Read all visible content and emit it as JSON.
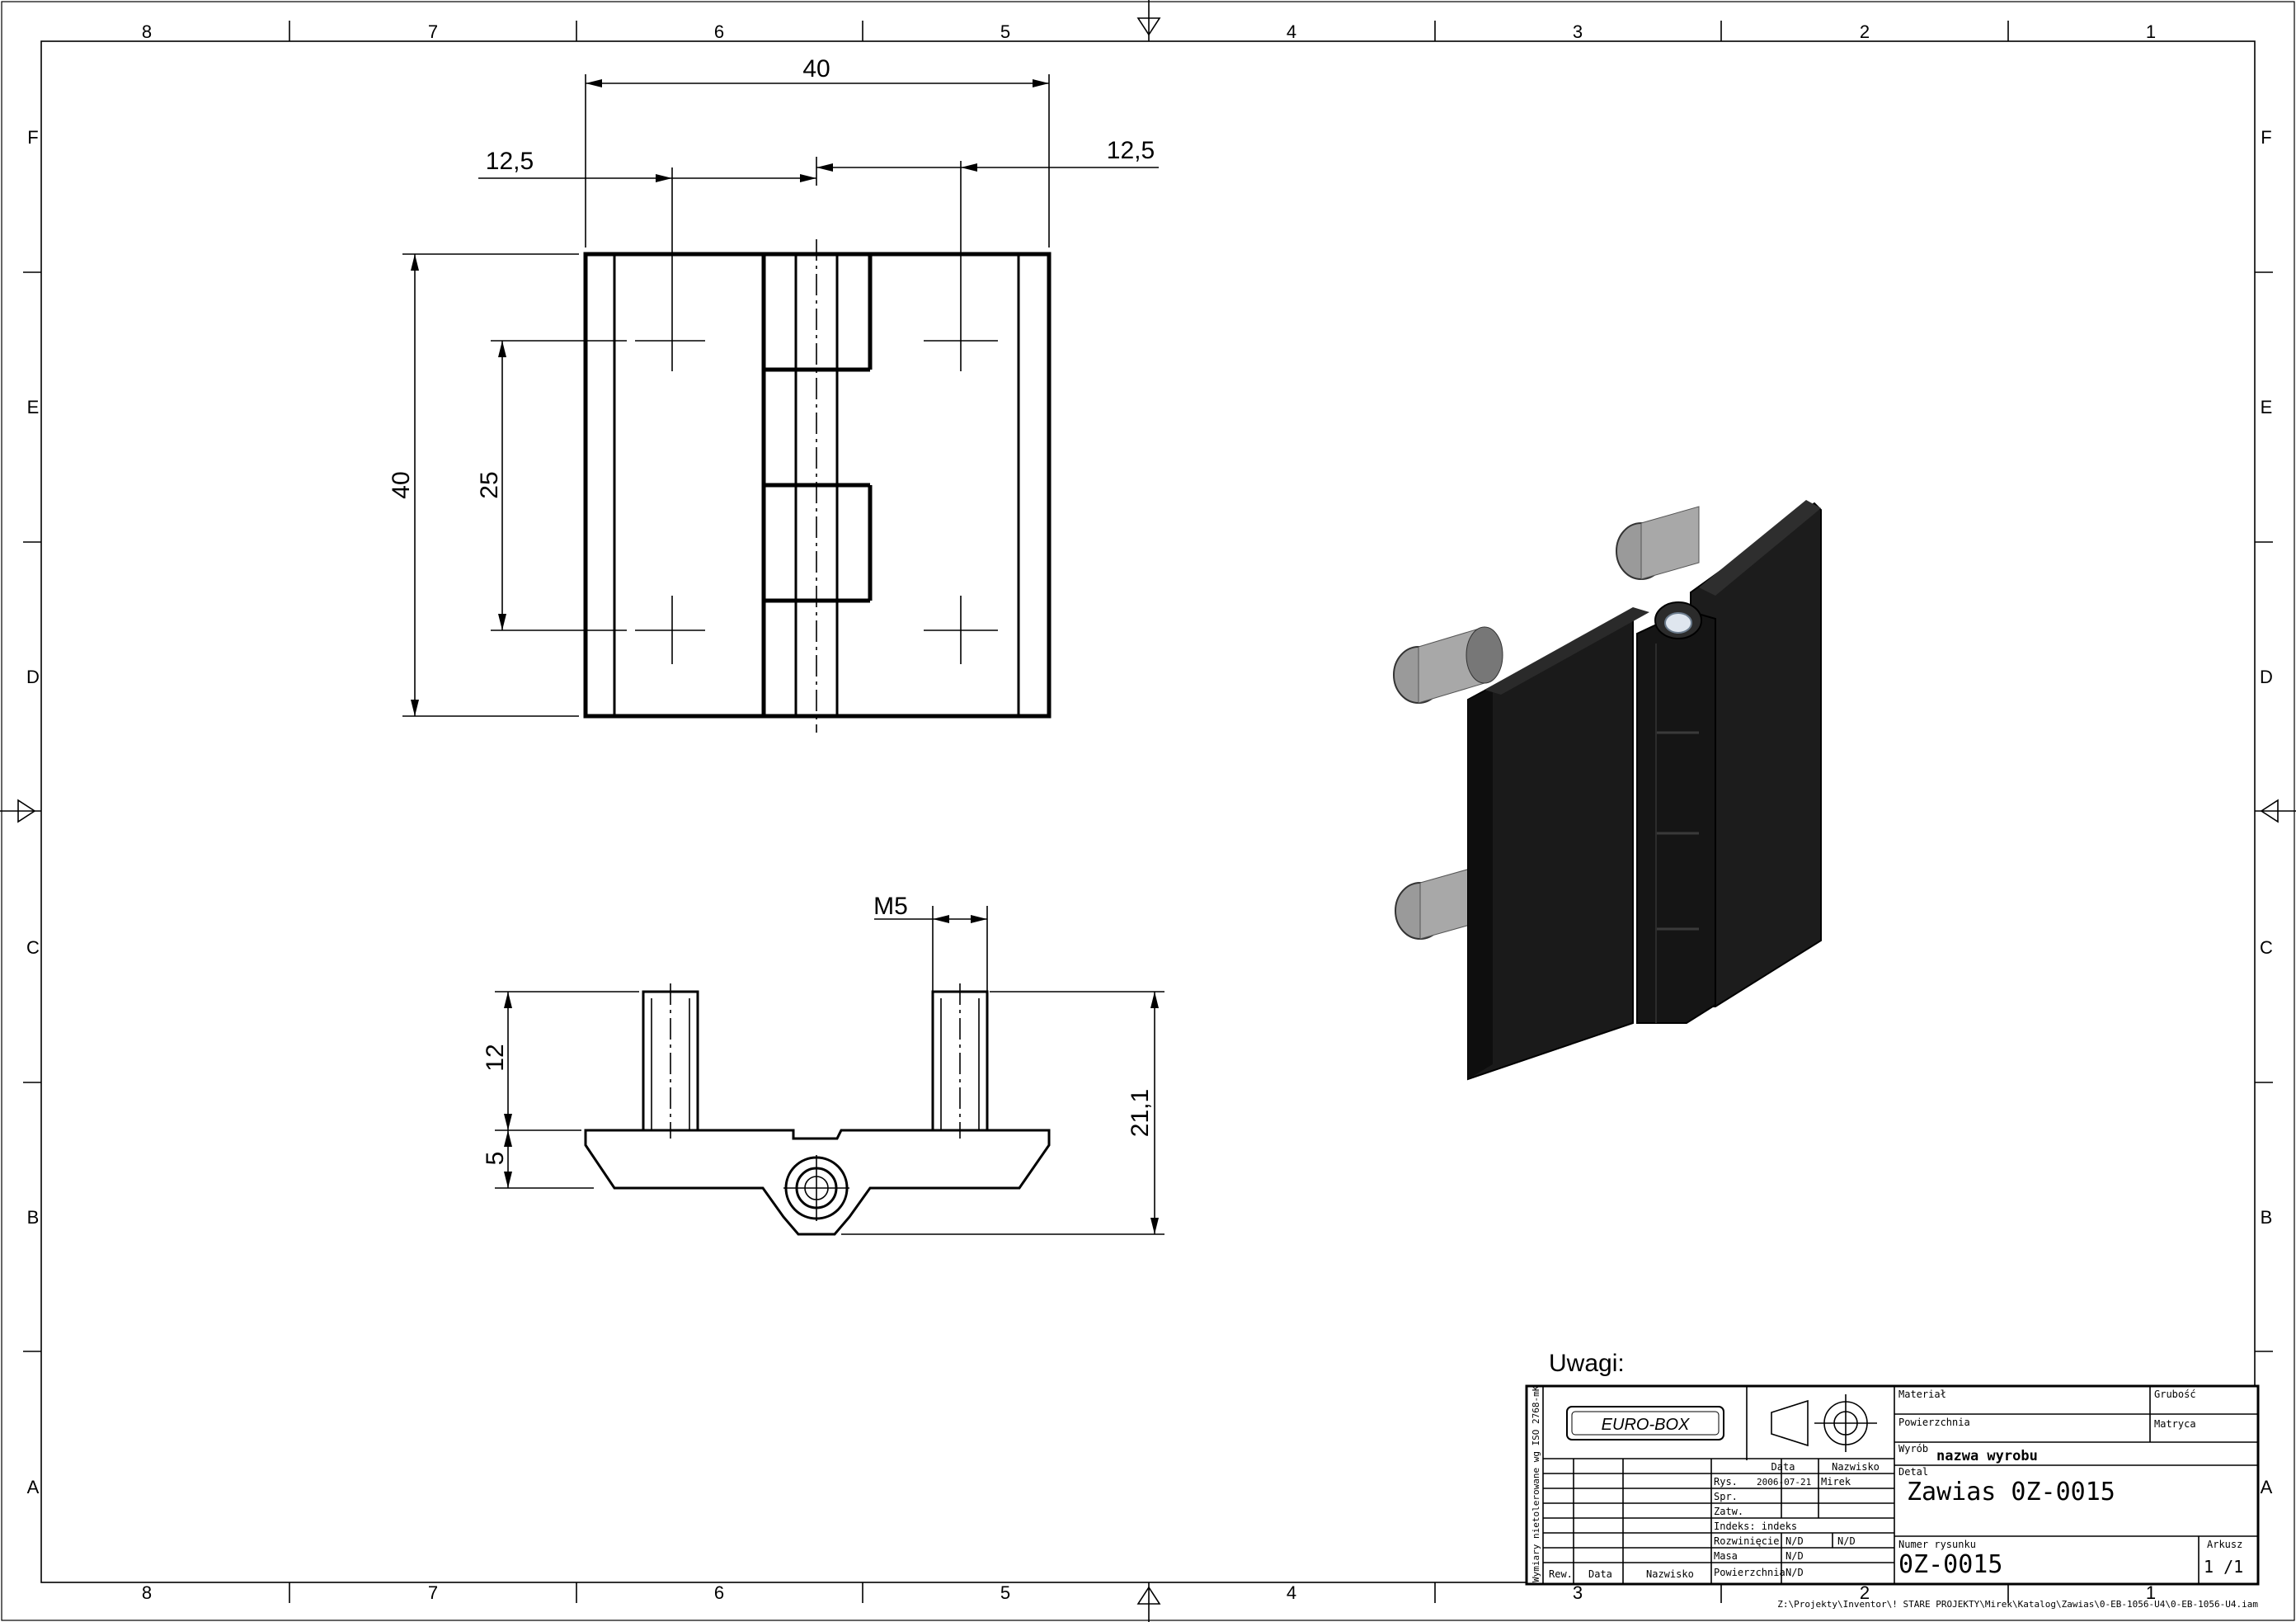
{
  "border": {
    "columns_top": [
      "8",
      "7",
      "6",
      "5",
      "4",
      "3",
      "2",
      "1"
    ],
    "columns_bottom": [
      "8",
      "7",
      "6",
      "5",
      "4",
      "3",
      "2",
      "1"
    ],
    "rows_left": [
      "F",
      "E",
      "D",
      "C",
      "B",
      "A"
    ],
    "rows_right": [
      "F",
      "E",
      "D",
      "C",
      "B",
      "A"
    ]
  },
  "front_view": {
    "dim_width": "40",
    "dim_left_offset": "12,5",
    "dim_right_offset": "12,5",
    "dim_height": "40",
    "dim_hole_spacing": "25"
  },
  "side_view": {
    "dim_thread": "M5",
    "dim_stud_length": "12",
    "dim_plate": "5",
    "dim_total_height": "21,1"
  },
  "notes_label": "Uwagi:",
  "title_block": {
    "side_note": "Wymiary nietolerowane wg ISO 2768-mK",
    "logo_text": "EURO-BOX",
    "material_label": "Materiał",
    "thickness_label": "Grubość",
    "surface_label": "Powierzchnia",
    "die_label": "Matryca",
    "product_label": "Wyrób",
    "product_value": "nazwa wyrobu",
    "detail_label": "Detal",
    "detail_value": "Zawias 0Z-0015",
    "date_header": "Data",
    "name_header": "Nazwisko",
    "drawn_label": "Rys.",
    "drawn_date": "2006-07-21",
    "drawn_name": "Mirek",
    "checked_label": "Spr.",
    "approved_label": "Zatw.",
    "index_text": "Indeks: indeks",
    "unfold_label": "Rozwinięcie",
    "unfold_v1": "N/D",
    "unfold_v2": "N/D",
    "mass_label": "Masa",
    "mass_value": "N/D",
    "area_label": "Powierzchnia",
    "area_value": "N/D",
    "drawing_no_label": "Numer rysunku",
    "drawing_no": "0Z-0015",
    "sheet_label": "Arkusz",
    "sheet_value": "1 /1",
    "rev_label": "Rew.",
    "rev_date": "Data",
    "rev_name": "Nazwisko"
  },
  "file_path": "Z:\\Projekty\\Inventor\\! STARE PROJEKTY\\Mirek\\Katalog\\Zawias\\0-EB-1056-U4\\0-EB-1056-U4.iam"
}
